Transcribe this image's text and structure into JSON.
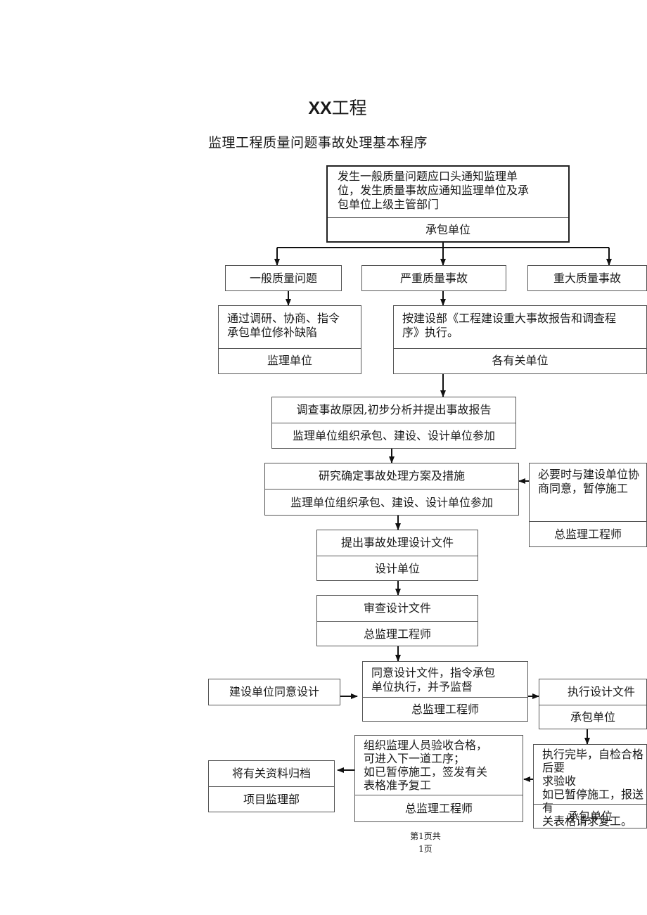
{
  "title_prefix": "XX",
  "title_suffix": "工程",
  "subtitle": "监理工程质量问题事故处理基本程序",
  "nodes": {
    "report": {
      "text": "发生一般质量问题应口头通知监理单\n位，发生质量事故应通知监理单位及承\n包单位上级主管部门",
      "owner": "承包单位"
    },
    "general": {
      "text": "一般质量问题"
    },
    "serious": {
      "text": "严重质量事故"
    },
    "major": {
      "text": "重大质量事故"
    },
    "repair": {
      "text": "通过调研、协商、指令\n承包单位修补缺陷",
      "owner": "监理单位"
    },
    "regulation": {
      "text": "按建设部《工程建设重大事故报告和调查程\n序》执行。",
      "owner": "各有关单位"
    },
    "investigate": {
      "text": "调查事故原因,初步分析并提出事故报告",
      "owner": "监理单位组织承包、建设、设计单位参加"
    },
    "plan": {
      "text": "研究确定事故处理方案及措施",
      "owner": "监理单位组织承包、建设、设计单位参加"
    },
    "suspend": {
      "text": "必要时与建设单位协\n商同意，暂停施工",
      "owner": "总监理工程师"
    },
    "design_doc": {
      "text": "提出事故处理设计文件",
      "owner": "设计单位"
    },
    "review": {
      "text": "审查设计文件",
      "owner": "总监理工程师"
    },
    "owner_agree": {
      "text": "建设单位同意设计"
    },
    "approve": {
      "text": "同意设计文件，指令承包\n单位执行，并予监督",
      "owner": "总监理工程师"
    },
    "execute": {
      "text": "执行设计文件",
      "owner": "承包单位"
    },
    "complete": {
      "text": "执行完毕，自检合格后要\n求验收\n如已暂停施工，报送有\n关表格请求复工。",
      "owner": "承包单位"
    },
    "accept": {
      "text": "组织监理人员验收合格，\n可进入下一道工序；\n如已暂停施工，签发有关\n表格准予复工",
      "owner": "总监理工程师"
    },
    "archive": {
      "text": "将有关资料归档",
      "owner": "项目监理部"
    }
  },
  "footer": {
    "line1": "第1页共",
    "line2": "1页"
  }
}
